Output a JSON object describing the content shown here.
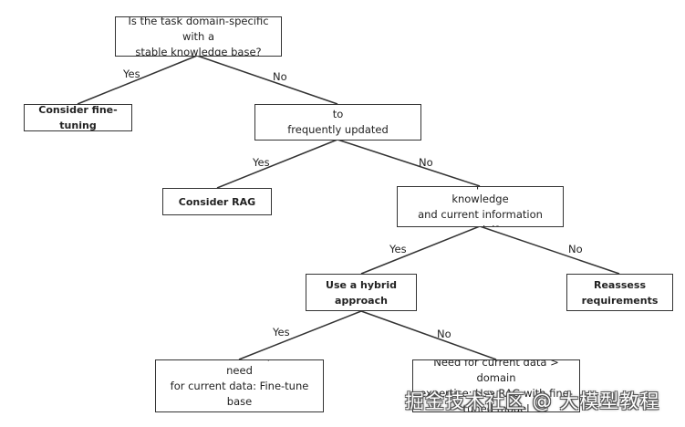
{
  "nodes": {
    "q_domain_specific": "Is the task domain-specific with a\nstable knowledge base?",
    "consider_fine_tuning": "Consider fine-tuning",
    "q_updated_info": "Does the task require access to\nfrequently updated information?",
    "consider_rag": "Consider RAG",
    "q_both_crucial": "Is both specialized knowledge\nand current information crucial?",
    "hybrid_approach": "Use a hybrid\napproach",
    "reassess_requirements": "Reassess\nrequirements",
    "leaf_domain_expertise": "Need for domain expertise > need\nfor current data: Fine-tune base\nmodel, add RAG",
    "leaf_current_data": "Need for current data > domain\nexpertise: Use RAG with fine-\ntuned model"
  },
  "edges": {
    "e1_yes": "Yes",
    "e1_no": "No",
    "e2_yes": "Yes",
    "e2_no": "No",
    "e3_yes": "Yes",
    "e3_no": "No",
    "e4_yes": "Yes",
    "e4_no": "No"
  },
  "watermark": "掘金技术社区 @ 大模型教程",
  "colors": {
    "line": "#333333",
    "text": "#222222",
    "background": "#ffffff"
  }
}
